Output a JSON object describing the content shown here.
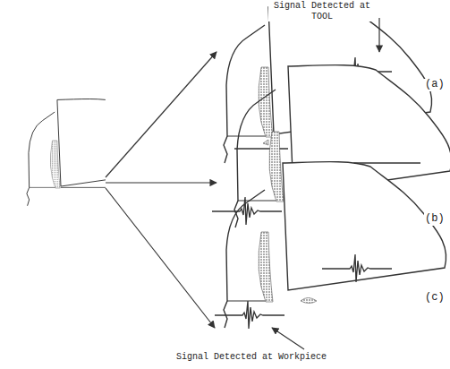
{
  "diagram": {
    "labels": [
      "Signal Detected at TOOL",
      "(a)",
      "(b)",
      "(c)",
      "Signal Detected at Workpiece"
    ]
  }
}
